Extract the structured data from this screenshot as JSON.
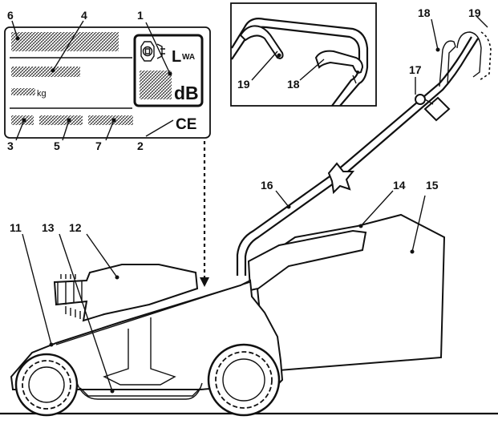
{
  "callouts": {
    "c1": "1",
    "c2": "2",
    "c3": "3",
    "c4": "4",
    "c5": "5",
    "c6": "6",
    "c7": "7",
    "c11": "11",
    "c12": "12",
    "c13": "13",
    "c14": "14",
    "c15": "15",
    "c16": "16",
    "c17": "17",
    "c18": "18",
    "c19": "19",
    "c18_inset": "18",
    "c19_inset": "19"
  },
  "plate": {
    "kg_unit": "kg",
    "lwa_main": "L",
    "lwa_sub": "WA",
    "db_unit": "dB",
    "ce_mark": "CE"
  }
}
